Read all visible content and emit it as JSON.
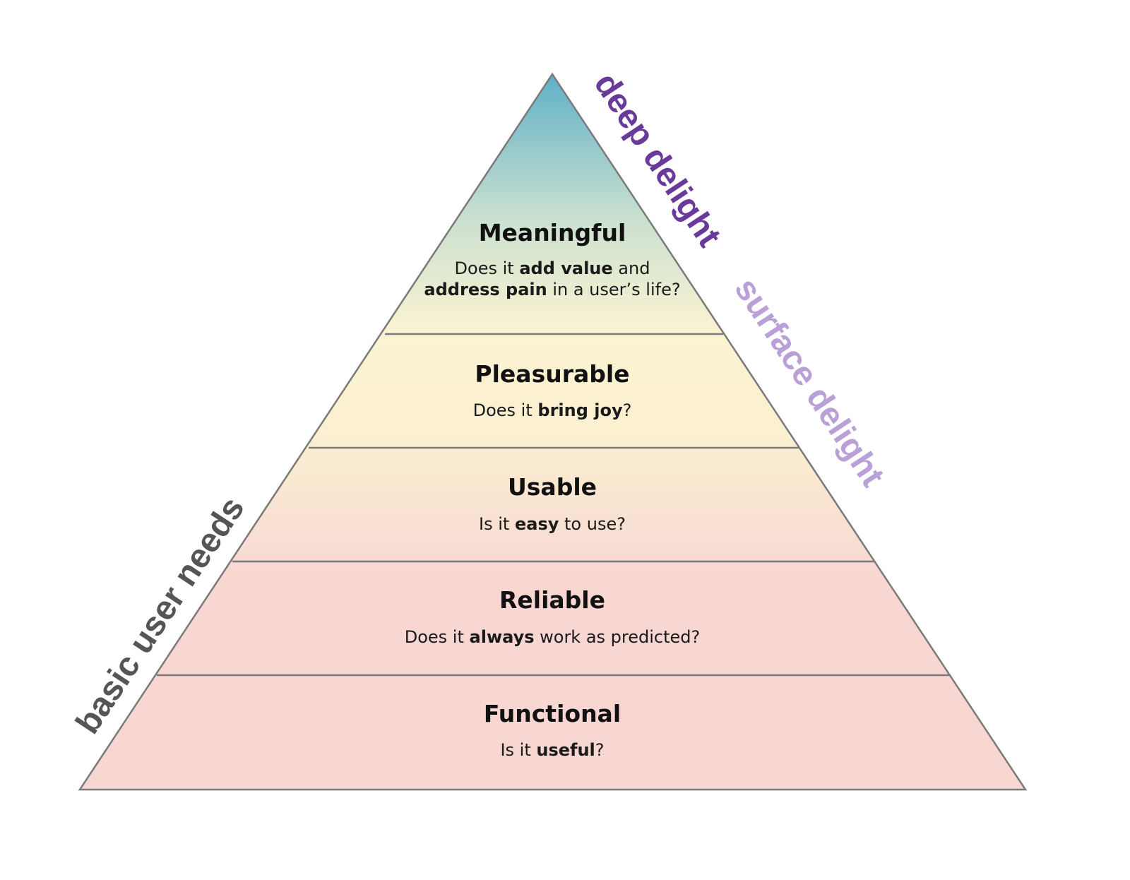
{
  "colors": {
    "outline": "#7a7a7a",
    "apex": "#5fb0c8",
    "top_fill": "#fbf3d2",
    "bottom_fill": "#f8d6d1",
    "deep_delight": "#6a3a9a",
    "surface_delight": "#b9a0d6",
    "basic_user_needs": "#555555"
  },
  "levels": [
    {
      "name": "Meaningful",
      "question": [
        {
          "text": "Does it ",
          "bold": false
        },
        {
          "text": "add value",
          "bold": true
        },
        {
          "text": " and",
          "bold": false
        }
      ],
      "question_line2": [
        {
          "text": "address pain",
          "bold": true
        },
        {
          "text": " in a user’s life?",
          "bold": false
        }
      ]
    },
    {
      "name": "Pleasurable",
      "question": [
        {
          "text": "Does it ",
          "bold": false
        },
        {
          "text": "bring joy",
          "bold": true
        },
        {
          "text": "?",
          "bold": false
        }
      ]
    },
    {
      "name": "Usable",
      "question": [
        {
          "text": "Is it ",
          "bold": false
        },
        {
          "text": "easy",
          "bold": true
        },
        {
          "text": " to use?",
          "bold": false
        }
      ]
    },
    {
      "name": "Reliable",
      "question": [
        {
          "text": "Does it ",
          "bold": false
        },
        {
          "text": "always",
          "bold": true
        },
        {
          "text": " work as predicted?",
          "bold": false
        }
      ]
    },
    {
      "name": "Functional",
      "question": [
        {
          "text": "Is it ",
          "bold": false
        },
        {
          "text": "useful",
          "bold": true
        },
        {
          "text": "?",
          "bold": false
        }
      ]
    }
  ],
  "side_labels": {
    "deep_delight": "deep delight",
    "surface_delight": "surface delight",
    "basic_user_needs": "basic user needs"
  }
}
